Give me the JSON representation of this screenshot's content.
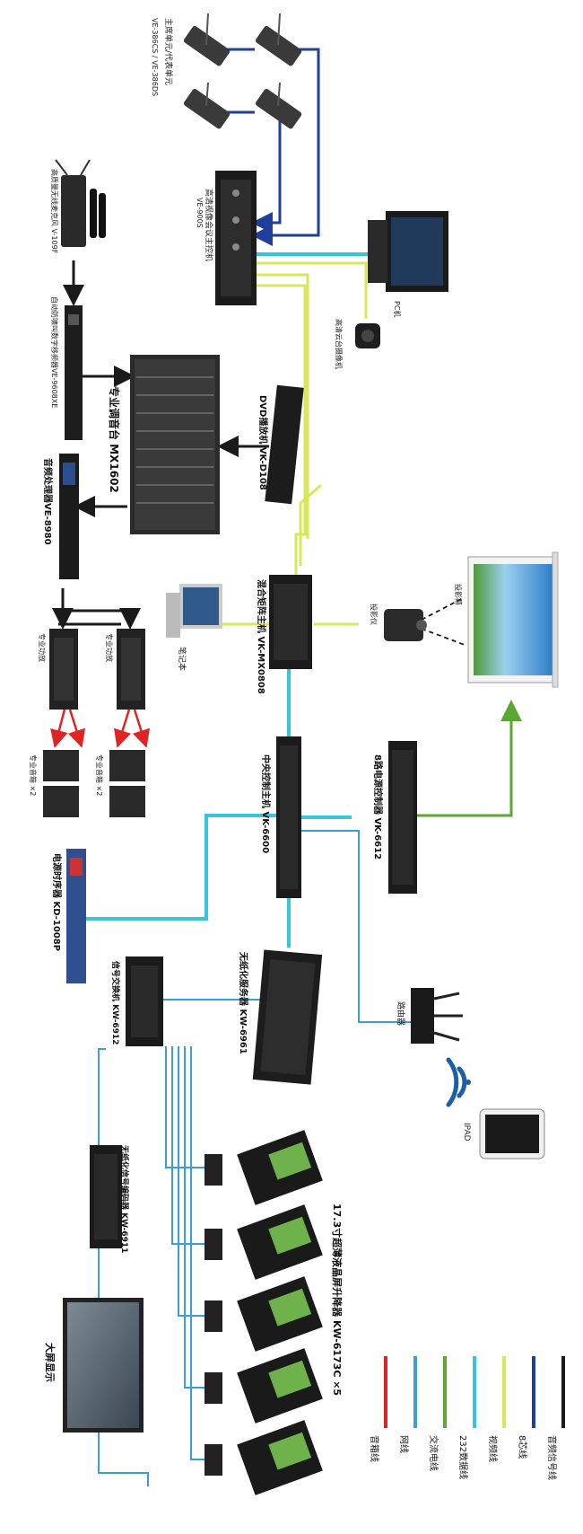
{
  "devices": {
    "mic_main": "主席单元/代表单元",
    "mic_model": "VE-386CS / VE-386DS",
    "wireless_mic": "高质量无线麦克风 V-109F",
    "conf_host": "高清视像会议主控机",
    "conf_host_model": "VE-900S",
    "feedback": "自动防啸叫数字移频器VE-9608XE",
    "pc": "PC机",
    "hd_camera": "高清云台摄像机",
    "mixer": "专业调音台 MX1602",
    "dvd": "DVD播放机 VK-D108",
    "audio_proc": "音频处理器VE-8980",
    "notebook": "笔记本",
    "matrix": "混合矩阵主机 VK-MX0808",
    "projector": "投影仪",
    "screen": "投影幕",
    "amp1": "专业功放",
    "amp2": "专业功放",
    "speaker1": "专业音箱 ×2",
    "speaker2": "专业音箱 ×2",
    "central_ctrl": "中央控制主机 VK-6600",
    "power_ctrl": "8路电源控制器 VK-6612",
    "sequencer": "电源时序器 KD-1008P",
    "server": "无纸化服务器 KW-6961",
    "router": "路由器",
    "ipad": "IPAD",
    "switch": "信号交换机 KW-6912",
    "encoder": "无纸化信号编码器 KW-6911",
    "lift_title": "17.3寸超薄液晶屏升降器 KW-6173C ×5",
    "big_screen": "大屏显示"
  },
  "legend": {
    "items": [
      {
        "label": "音频信号线",
        "color": "#1a1a1a"
      },
      {
        "label": "8芯线",
        "color": "#1f3f9a"
      },
      {
        "label": "视频线",
        "color": "#d8e85a"
      },
      {
        "label": "232数据线",
        "color": "#35c6dc"
      },
      {
        "label": "交流电线",
        "color": "#5aa832"
      },
      {
        "label": "网线",
        "color": "#3d9ed6"
      },
      {
        "label": "音箱线",
        "color": "#e02424"
      }
    ]
  },
  "colors": {
    "audio": "#1a1a1a",
    "core8": "#1f3f9a",
    "video": "#d8e85a",
    "rs232": "#35c6dc",
    "ac": "#5aa832",
    "net": "#3d9ed6",
    "speaker": "#e02424"
  }
}
